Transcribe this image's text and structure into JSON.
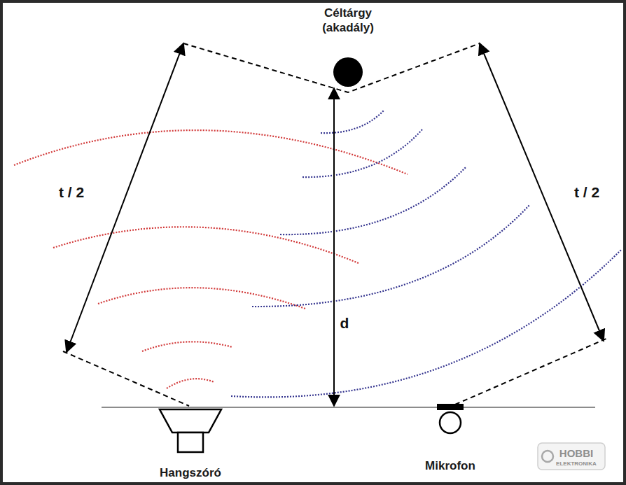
{
  "diagram": {
    "nodes": [
      {
        "text": [
          "Céltárgy (akadály)"
        ]
      },
      {
        "text": [
          "Hangszóró"
        ]
      },
      {
        "text": [
          "Mikrofon"
        ]
      }
    ],
    "labels": [
      "t / 2",
      "t / 2",
      "d",
      "HOBBI",
      "ELEKTRONIKA"
    ]
  }
}
